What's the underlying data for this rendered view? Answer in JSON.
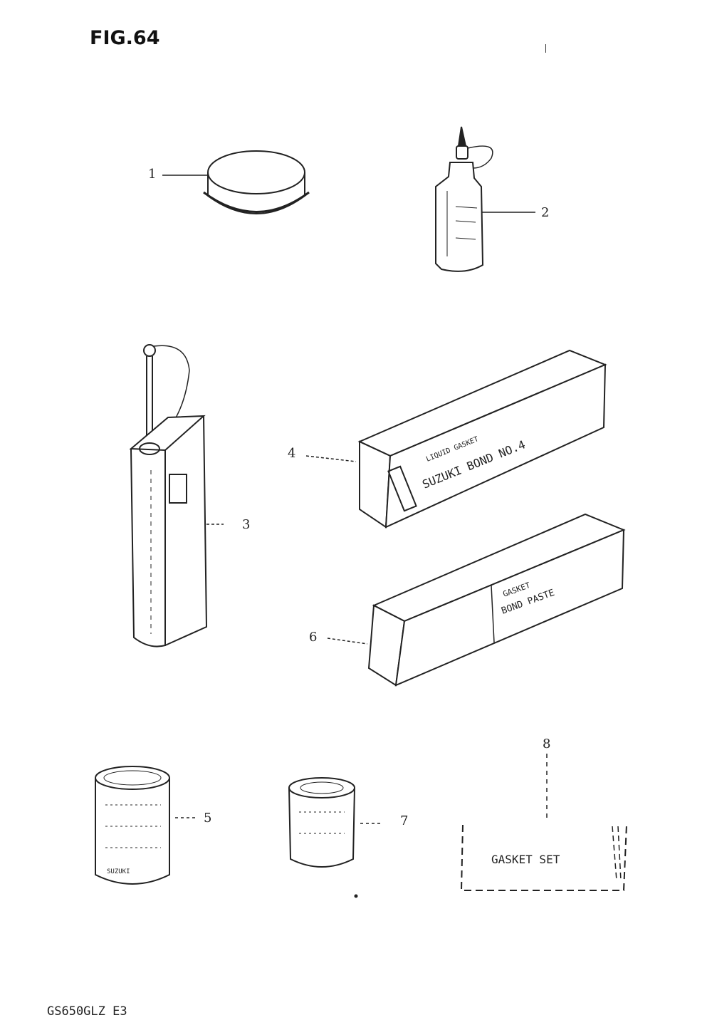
{
  "figure": {
    "title": "FIG.64",
    "model_code": "GS650GLZ E3"
  },
  "callouts": [
    {
      "id": "1",
      "label": "1"
    },
    {
      "id": "2",
      "label": "2"
    },
    {
      "id": "3",
      "label": "3"
    },
    {
      "id": "4",
      "label": "4"
    },
    {
      "id": "5",
      "label": "5"
    },
    {
      "id": "6",
      "label": "6"
    },
    {
      "id": "7",
      "label": "7"
    },
    {
      "id": "8",
      "label": "8"
    }
  ],
  "parts": {
    "box_4_labels": [
      "LIQUID GASKET",
      "SUZUKI BOND NO.4"
    ],
    "box_6_labels": [
      "GASKET",
      "BOND PASTE"
    ],
    "gasket_set_label": "GASKET SET",
    "can_5_label": "SUZUKI"
  },
  "colors": {
    "ink": "#222222",
    "paper": "#ffffff"
  }
}
